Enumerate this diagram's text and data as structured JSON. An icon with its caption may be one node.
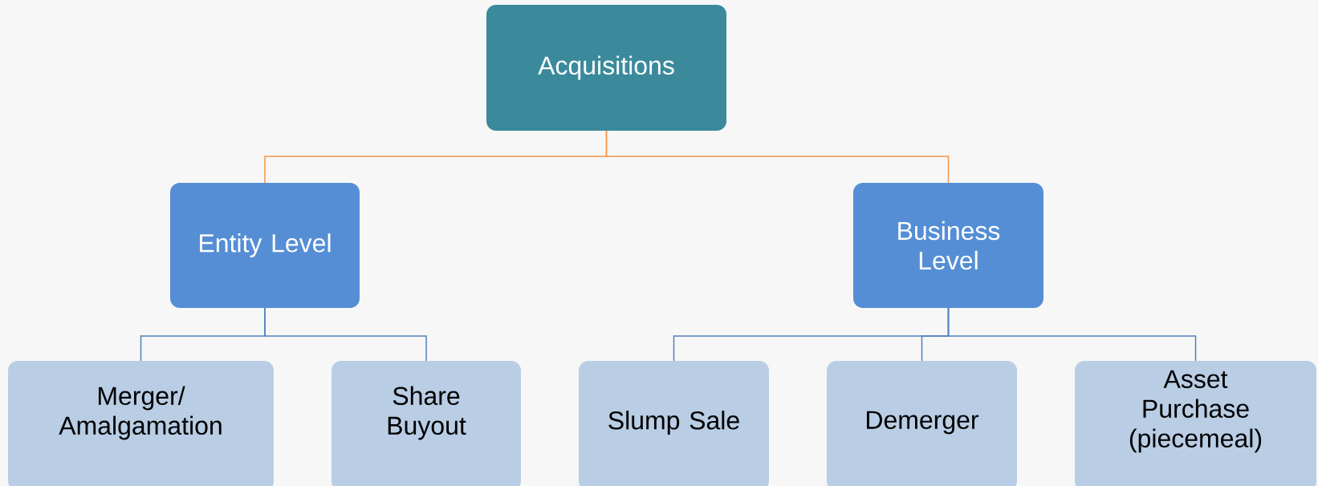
{
  "diagram": {
    "nodes": [
      {
        "text": [
          "Acquisitions"
        ]
      },
      {
        "text": [
          "Entity Level"
        ]
      },
      {
        "text": [
          "Business Level"
        ]
      },
      {
        "text": [
          "Merger/ Amalgamation"
        ]
      },
      {
        "text": [
          "Share Buyout"
        ]
      },
      {
        "text": [
          "Slump Sale"
        ]
      },
      {
        "text": [
          "Demerger"
        ]
      },
      {
        "text": [
          "Asset Purchase (piecemeal)"
        ]
      }
    ],
    "edges": [
      {
        "from": 0,
        "to": 1,
        "arrow": "none",
        "color": "#f79646"
      },
      {
        "from": 0,
        "to": 2,
        "arrow": "none",
        "color": "#f79646"
      },
      {
        "from": 1,
        "to": 3,
        "arrow": "none"
      },
      {
        "from": 1,
        "to": 4,
        "arrow": "none"
      },
      {
        "from": 2,
        "to": 5,
        "arrow": "none"
      },
      {
        "from": 2,
        "to": 6,
        "arrow": "none"
      },
      {
        "from": 2,
        "to": 7,
        "arrow": "none"
      }
    ]
  }
}
